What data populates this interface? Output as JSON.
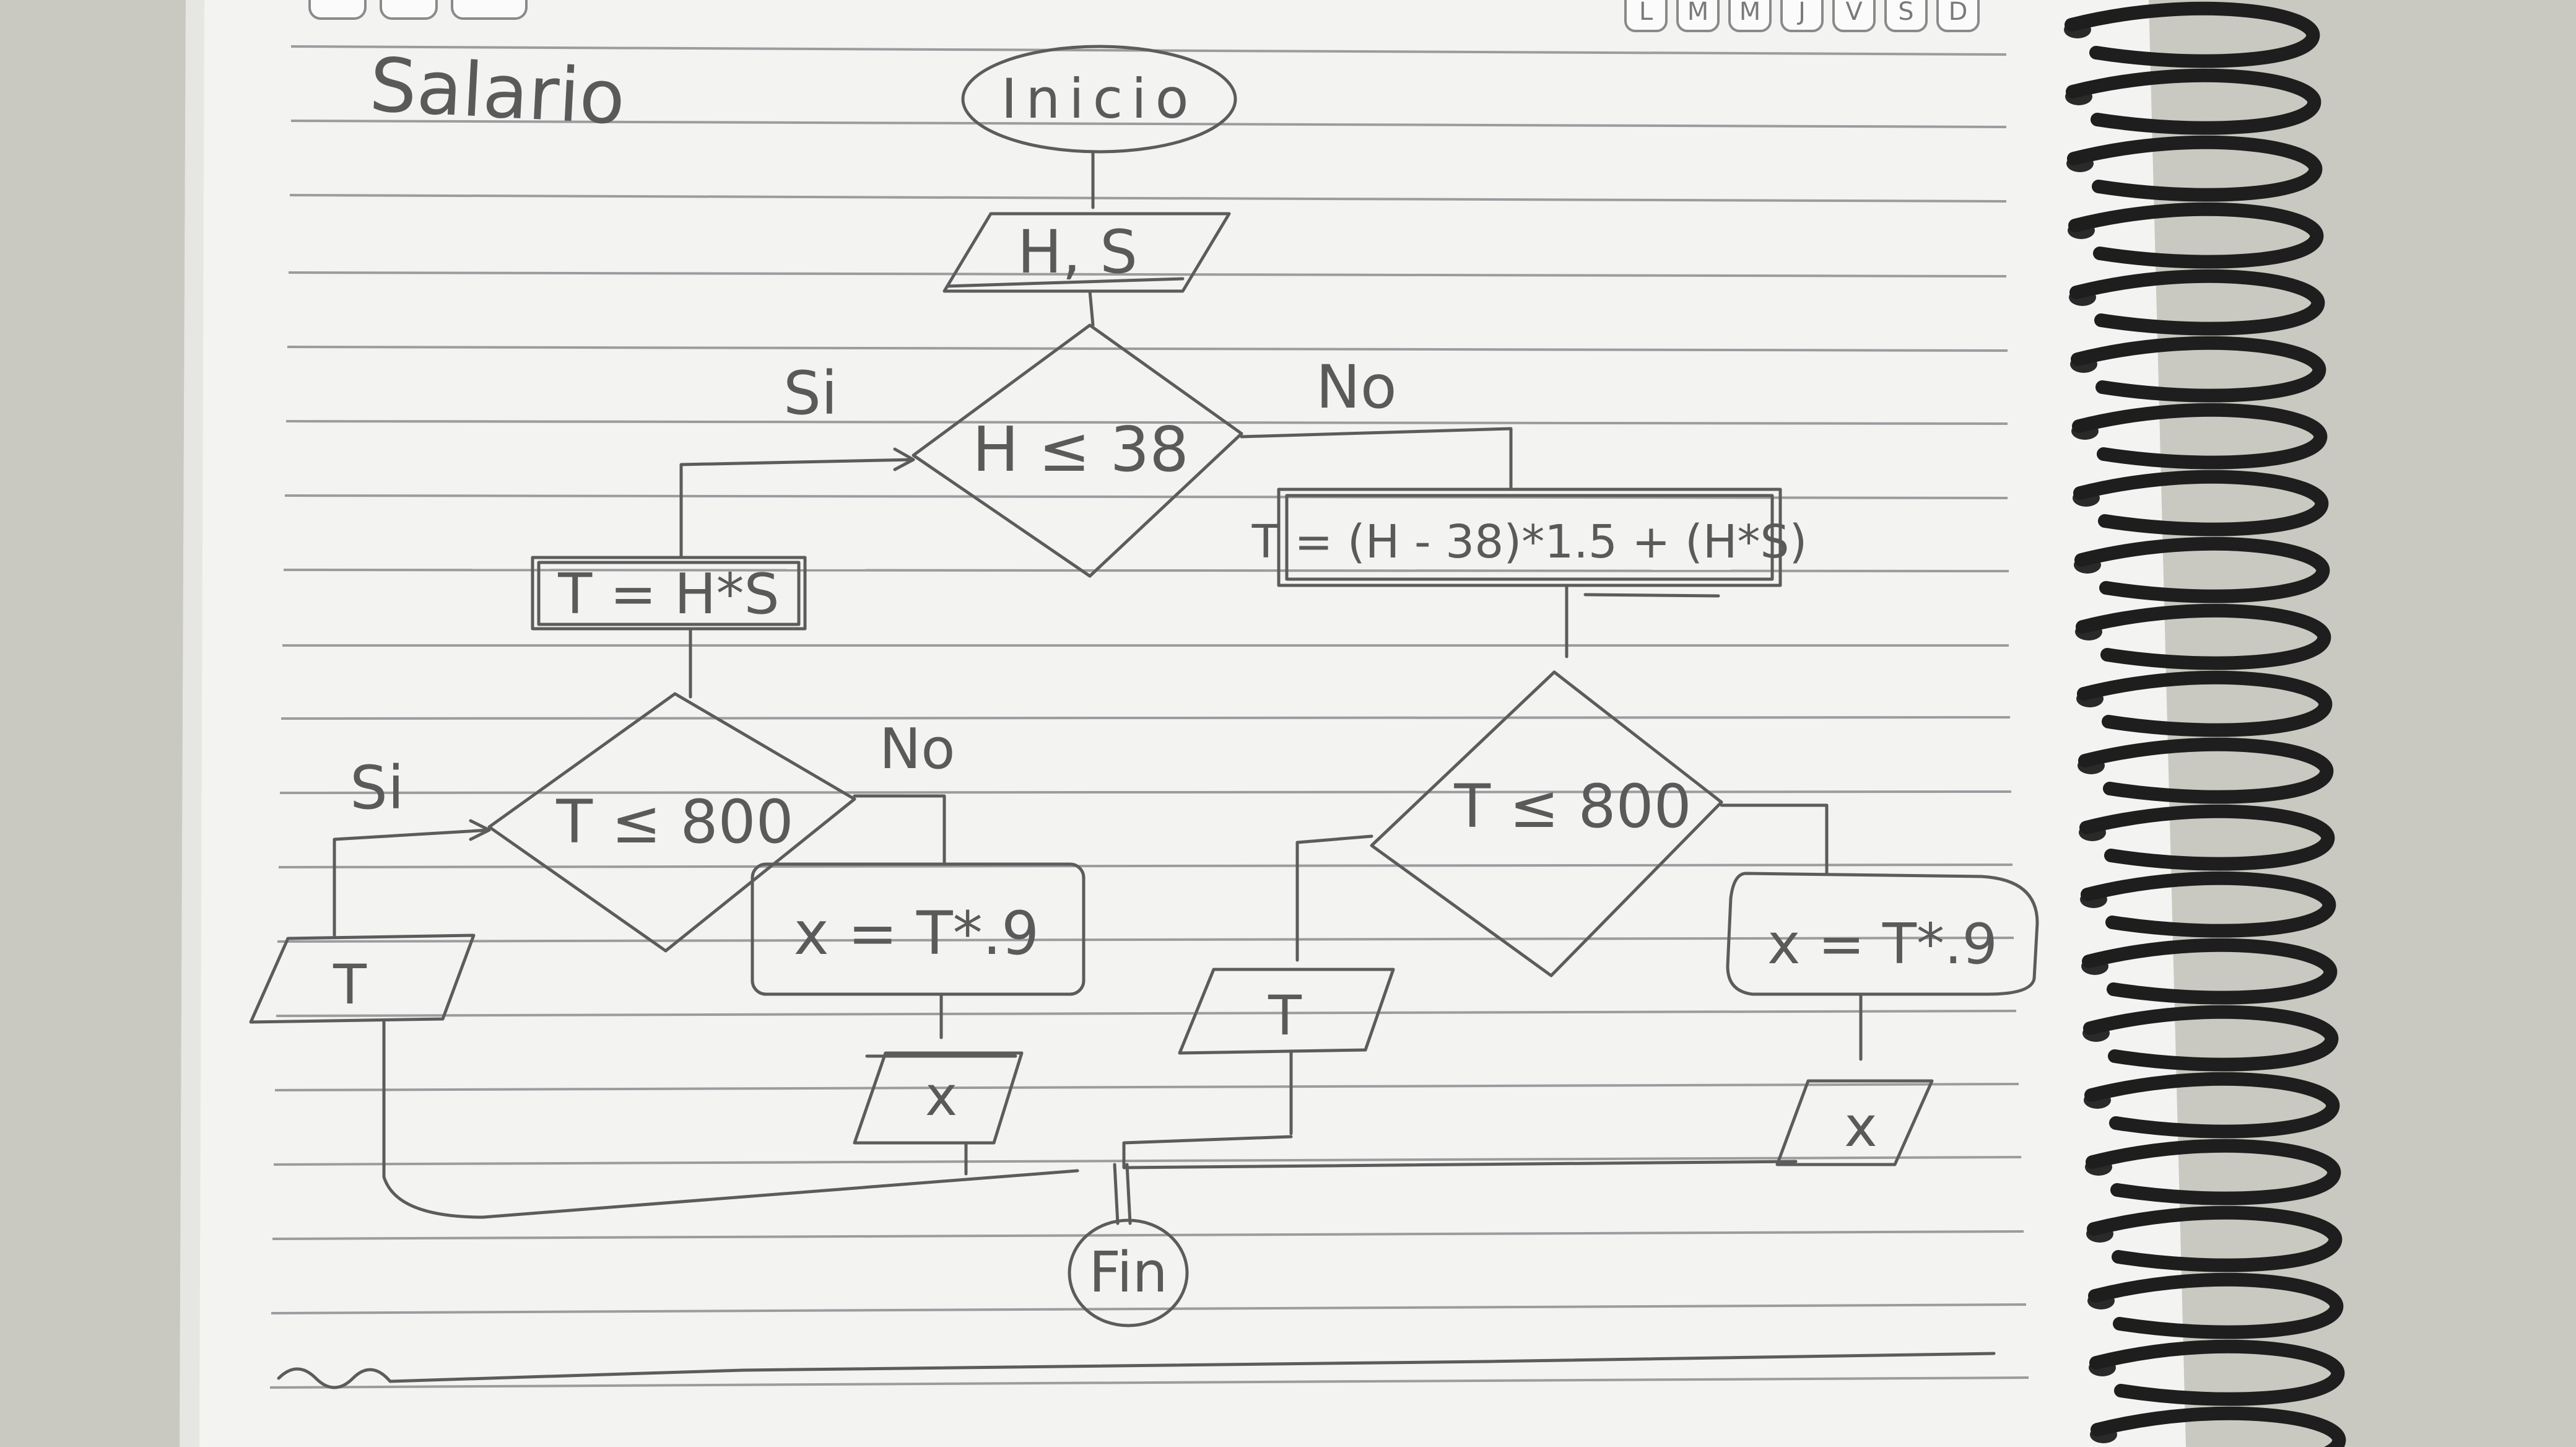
{
  "page": {
    "title": "Salario",
    "weekdays": [
      "L",
      "M",
      "M",
      "J",
      "V",
      "S",
      "D"
    ]
  },
  "flowchart": {
    "start": "Inicio",
    "input": "H, S",
    "decision_hours": "H ≤ 38",
    "yes_label": "Si",
    "no_label": "No",
    "calc_normal": "T = H*S",
    "calc_overtime": "T = (H - 38)*1.5 + (H*S)",
    "decision_total": "T ≤ 800",
    "left_yes_label": "Si",
    "left_no_label": "No",
    "left_output_t": "T",
    "left_calc_x": "x = T*.9",
    "left_output_x": "x",
    "right_decision_total": "T ≤ 800",
    "right_output_t": "T",
    "right_calc_x": "x = T*.9",
    "right_output_x": "x",
    "end": "Fin"
  }
}
